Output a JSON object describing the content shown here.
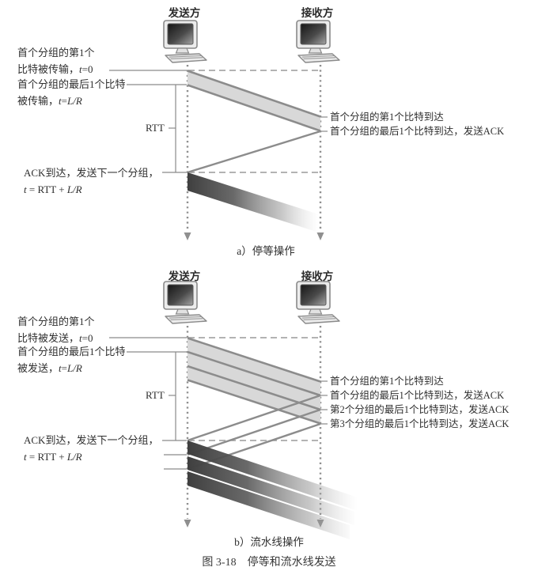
{
  "figure": {
    "caption": "图 3-18　停等和流水线发送"
  },
  "colors": {
    "band_fill": "#d8d8d8",
    "band_edge": "#8c8c8c",
    "dark_band_start": "#3f3f3f",
    "timeline_dots": "#8f8f8f",
    "dashed_line": "#9a9a9a",
    "text": "#2f2f2f"
  },
  "panel_a": {
    "title": "a）停等操作",
    "sender": "发送方",
    "receiver": "接收方",
    "labels": {
      "first_bit_l1": "首个分组的第1个",
      "first_bit_l2_pre": "比特被传输，",
      "first_bit_t": "t",
      "first_bit_post": "=0",
      "last_bit_l1": "首个分组的最后1个比特",
      "last_bit_l2_pre": "被传输，",
      "last_bit_t": "t",
      "last_bit_eq": "=",
      "last_bit_lr": "L/R",
      "rtt": "RTT",
      "ack_l1": "ACK到达，发送下一个分组，",
      "ack_t": "t",
      "ack_mid": " = RTT + ",
      "ack_lr": "L/R",
      "arr_first": "首个分组的第1个比特到达",
      "arr_last": "首个分组的最后1个比特到达，发送ACK"
    }
  },
  "panel_b": {
    "title": "b）流水线操作",
    "sender": "发送方",
    "receiver": "接收方",
    "labels": {
      "first_bit_l1": "首个分组的第1个",
      "first_bit_l2_pre": "比特被发送，",
      "first_bit_t": "t",
      "first_bit_post": "=0",
      "last_bit_l1": "首个分组的最后1个比特",
      "last_bit_l2_pre": "被发送，",
      "last_bit_t": "t",
      "last_bit_eq": "=",
      "last_bit_lr": "L/R",
      "rtt": "RTT",
      "ack_l1": "ACK到达，发送下一个分组，",
      "ack_t": "t",
      "ack_mid": " = RTT + ",
      "ack_lr": "L/R",
      "arr_first": "首个分组的第1个比特到达",
      "arr_last": "首个分组的最后1个比特到达，发送ACK",
      "arr_p2": "第2个分组的最后1个比特到达，发送ACK",
      "arr_p3": "第3个分组的最后1个比特到达，发送ACK"
    }
  }
}
